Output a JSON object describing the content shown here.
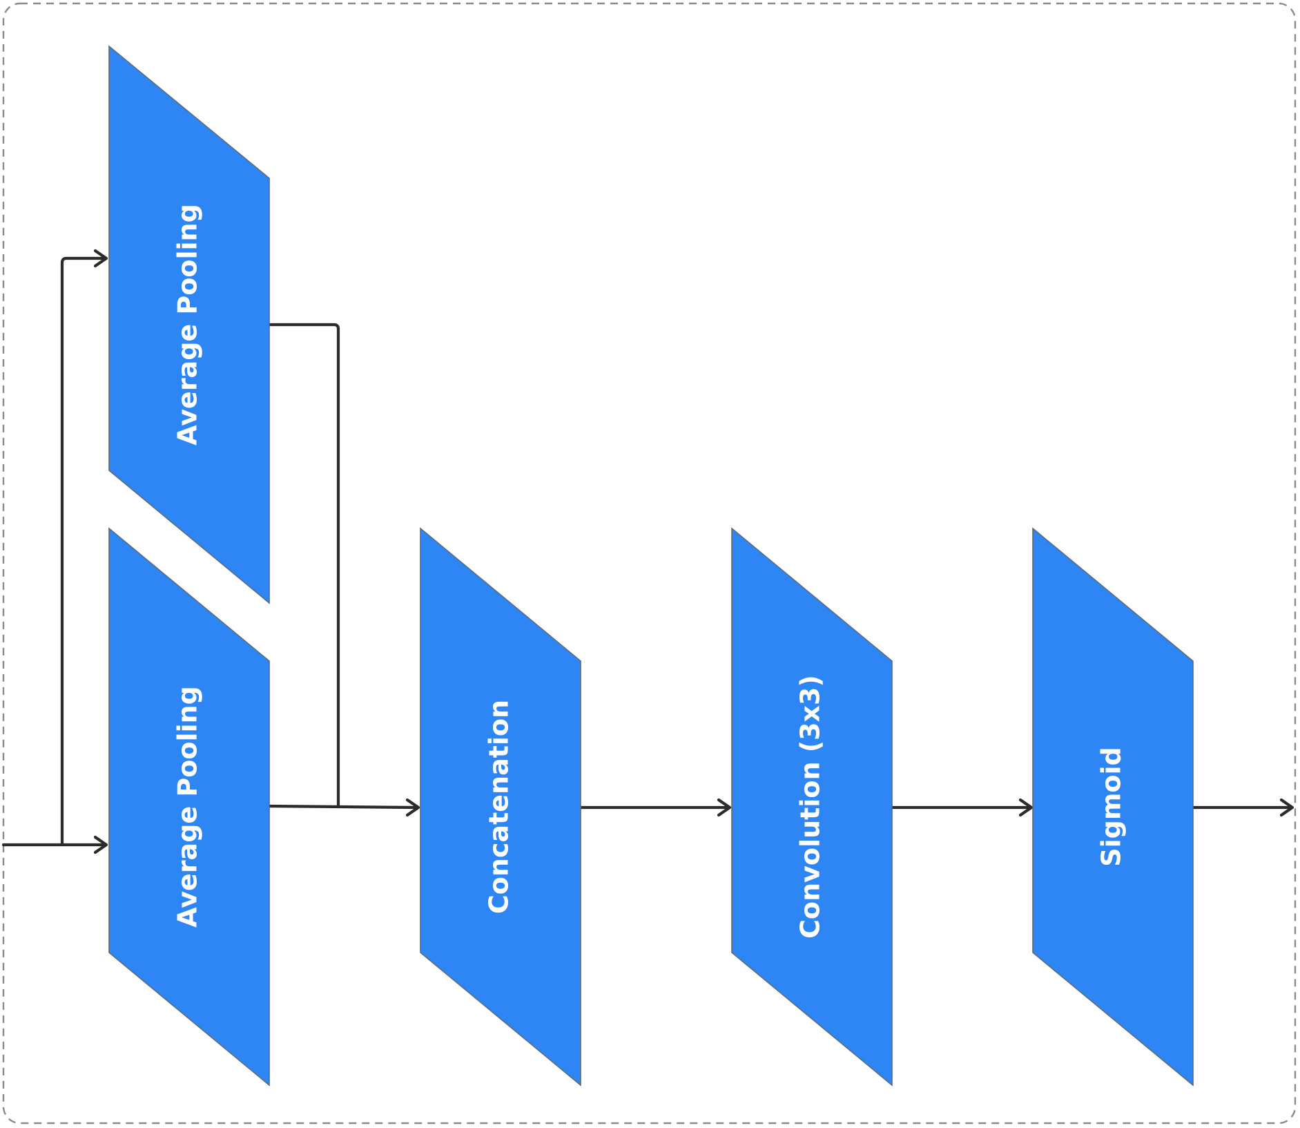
{
  "colors": {
    "block_fill": "#2d86f4",
    "connector": "#2b2b2b",
    "frame_border": "#8a8a8a",
    "label_text": "#ffffff"
  },
  "blocks": [
    {
      "id": "avgpool-top",
      "label": "Average Pooling"
    },
    {
      "id": "avgpool-bottom",
      "label": "Average Pooling"
    },
    {
      "id": "concat",
      "label": "Concatenation"
    },
    {
      "id": "conv",
      "label": "Convolution (3x3)"
    },
    {
      "id": "sigmoid",
      "label": "Sigmoid"
    }
  ],
  "connections": [
    {
      "from": "input",
      "to": "avgpool-top"
    },
    {
      "from": "input",
      "to": "avgpool-bottom"
    },
    {
      "from": "avgpool-top",
      "to": "concat"
    },
    {
      "from": "avgpool-bottom",
      "to": "concat"
    },
    {
      "from": "concat",
      "to": "conv"
    },
    {
      "from": "conv",
      "to": "sigmoid"
    },
    {
      "from": "sigmoid",
      "to": "output"
    }
  ]
}
